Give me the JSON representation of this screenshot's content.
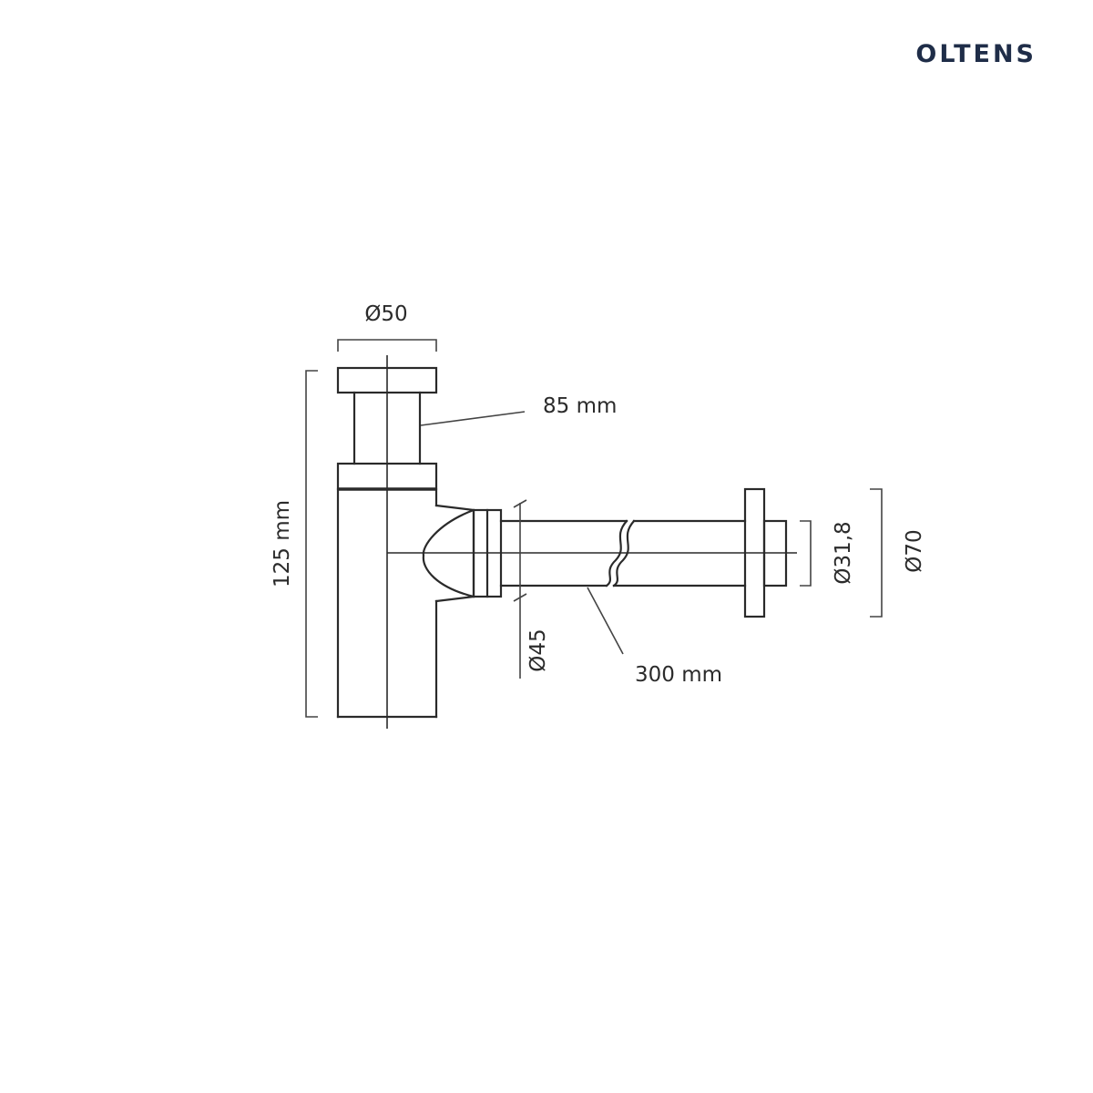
{
  "brand": {
    "name": "OLTENS",
    "color": "#1f2d48"
  },
  "labels": {
    "d50": "Ø50",
    "len85": "85 mm",
    "h125": "125 mm",
    "d31": "Ø31,8",
    "d70": "Ø70",
    "d45": "Ø45",
    "len300": "300 mm"
  }
}
